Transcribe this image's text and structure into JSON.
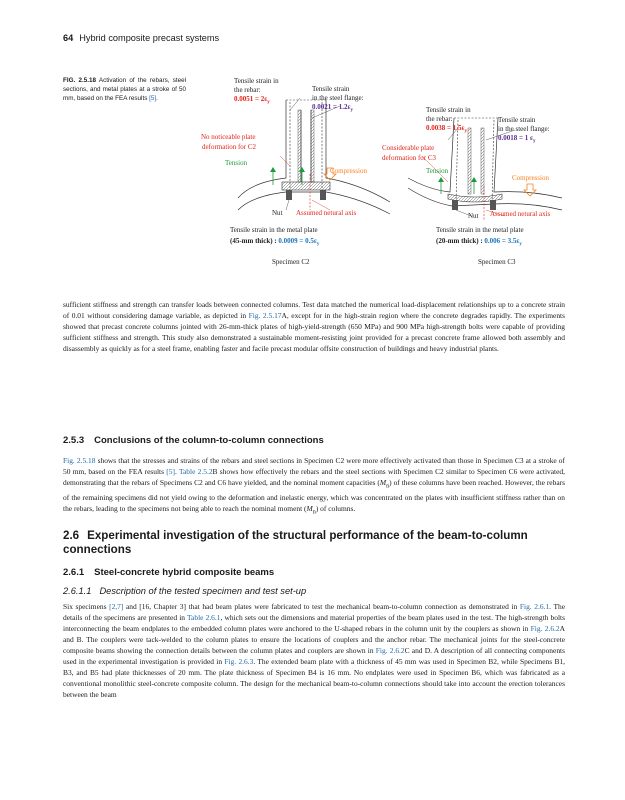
{
  "header": {
    "page_number": "64",
    "book_title": "Hybrid composite precast systems"
  },
  "figure": {
    "caption_label": "FIG. 2.5.18",
    "caption_text": "Activation of the rebars, steel sections, and metal plates at a stroke of 50 mm, based on the FEA results",
    "caption_ref": "[5]",
    "c2": {
      "rebar_label_1": "Tensile strain in",
      "rebar_label_2": "the rebar:",
      "rebar_value": "0.0051 = 2ε",
      "flange_label_1": "Tensile strain",
      "flange_label_2": "in the steel flange:",
      "flange_value": "0.0021 = 1.2ε",
      "plate_note_1": "No noticeable plate",
      "plate_note_2": "deformation for C2",
      "tension": "Tension",
      "compression": "Compression",
      "nut": "Nut",
      "axis": "Assumed netural axis",
      "plate_label_1": "Tensile strain in the metal plate",
      "plate_label_2": "(45-mm thick) :",
      "plate_value": "0.0009 = 0.5ε",
      "specimen": "Specimen C2"
    },
    "c3": {
      "rebar_label_1": "Tensile strain in",
      "rebar_label_2": "the rebar:",
      "rebar_value": "0.0038 = 1.5ε",
      "flange_label_1": "Tensile strain",
      "flange_label_2": "in the steel flange:",
      "flange_value": "0.0018 = 1 ε",
      "plate_note_1": "Considerable plate",
      "plate_note_2": "deformation for C3",
      "tension": "Tension",
      "compression": "Compression",
      "nut": "Nut",
      "axis": "Assumed netural axis",
      "plate_label_1": "Tensile strain in the metal plate",
      "plate_label_2": "(20-mm thick) :",
      "plate_value": "0.006 = 3.5ε",
      "specimen": "Specimen C3"
    },
    "subscript_y": "y"
  },
  "para1": {
    "t1": "sufficient stiffness and strength can transfer loads between connected columns. Test data matched the numerical load-displacement relationships up to a concrete strain of 0.01 without considering damage variable, as depicted in ",
    "r1": "Fig. 2.5.17",
    "t2": "A, except for in the high-strain region where the concrete degrades rapidly. The experiments showed that precast concrete columns jointed with 26-mm-thick plates of high-yield-strength (650 MPa) and 900 MPa high-strength bolts were capable of providing sufficient stiffness and strength. This study also demonstrated a sustainable moment-resisting joint provided for a precast concrete frame allowed both assembly and disassembly as quickly as for a steel frame, enabling faster and facile precast modular offsite construction of buildings and heavy industrial plants."
  },
  "sec253": {
    "num": "2.5.3",
    "title": "Conclusions of the column-to-column connections"
  },
  "para2": {
    "r1": "Fig. 2.5.18",
    "t1": " shows that the stresses and strains of the rebars and steel sections in Specimen C2 were more effectively activated than those in Specimen C3 at a stroke of 50 mm, based on the FEA results ",
    "r2": "[5]",
    "t2": ". ",
    "r3": "Table 2.5.2",
    "t3": "B shows how effectively the rebars and the steel sections with Specimen C2 similar to Specimen C6 were activated, demonstrating that the rebars of Specimens C2 and C6 have yielded, and the nominal moment capacities (",
    "m1": "M",
    "n1": "n",
    "t4": ") of these columns have been reached. However, the rebars of the remaining specimens did not yield owing to the deformation and inelastic energy, which was concentrated on the plates with insufficient stiffness rather than on the rebars, leading to the specimens not being able to reach the nominal moment (",
    "m2": "M",
    "n2": "n",
    "t5": ") of columns."
  },
  "sec26": {
    "num": "2.6",
    "title": "Experimental investigation of the structural performance of the beam-to-column connections"
  },
  "sec261": {
    "num": "2.6.1",
    "title": "Steel-concrete hybrid composite beams"
  },
  "sec2611": {
    "num": "2.6.1.1",
    "title": "Description of the tested specimen and test set-up"
  },
  "para3": {
    "t1": "Six specimens ",
    "r1": "[2,7]",
    "t2": " and [16, Chapter 3] that had beam plates were fabricated to test the mechanical beam-to-column connection as demonstrated in ",
    "r2": "Fig. 2.6.1",
    "t3": ". The details of the specimens are presented in ",
    "r3": "Table 2.6.1",
    "t4": ", which sets out the dimensions and material properties of the beam plates used in the test. The high-strength bolts interconnecting the beam endplates to the embedded column plates were anchored to the U-shaped rebars in the column unit by the couplers as shown in ",
    "r4": "Fig. 2.6.2",
    "t5": "A and B. The couplers were tack-welded to the column plates to ensure the locations of couplers and the anchor rebar. The mechanical joints for the steel-concrete composite beams showing the connection details between the column plates and couplers are shown in ",
    "r5": "Fig. 2.6.2",
    "t6": "C and D. A description of all connecting components used in the experimental investigation is provided in ",
    "r6": "Fig. 2.6.3",
    "t7": ". The extended beam plate with a thickness of 45 mm was used in Specimen B2, while Specimens B1, B3, and B5 had plate thicknesses of 20 mm. The plate thickness of Specimen B4 is 16 mm. No endplates were used in Specimen B6, which was fabricated as a conventional monolithic steel-concrete composite column. The design for the mechanical beam-to-column connections should take into account the erection tolerances between the beam"
  },
  "colors": {
    "link": "#1f68a8",
    "red": "#e2231a",
    "blue": "#1b75bc",
    "purple": "#5b2d90",
    "green": "#1e9a3e",
    "orange": "#f58220"
  }
}
